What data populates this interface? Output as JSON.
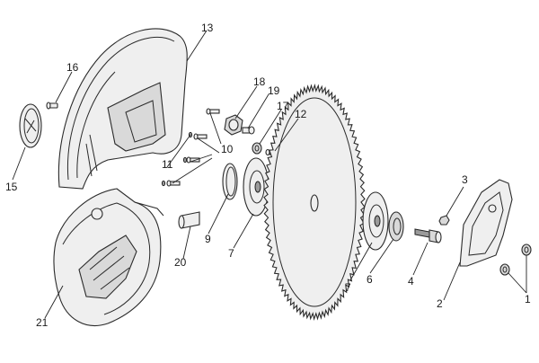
{
  "diagram": {
    "labels": {
      "l1": "1",
      "l2": "2",
      "l3": "3",
      "l4": "4",
      "l6": "6",
      "l7a": "7",
      "l7b": "7",
      "l9": "9",
      "l10": "10",
      "l11": "11",
      "l12": "12",
      "l13": "13",
      "l15": "15",
      "l16": "16",
      "l17": "17",
      "l18": "18",
      "l19": "19",
      "l20": "20",
      "l21": "21"
    }
  }
}
